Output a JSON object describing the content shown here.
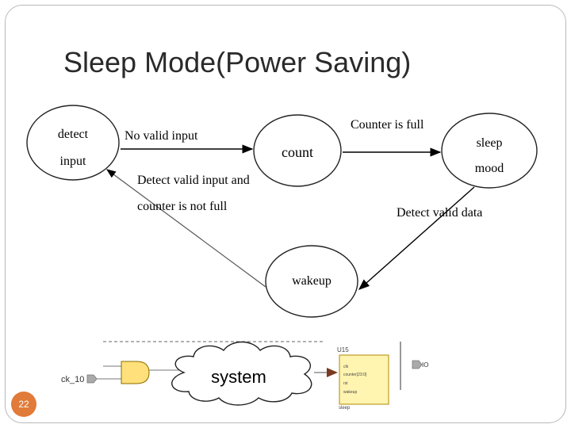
{
  "slide": {
    "title": "Sleep Mode(Power Saving)",
    "page_number": "22"
  },
  "states": {
    "detect_input": [
      "detect",
      "input"
    ],
    "count": "count",
    "sleep_mood": [
      "sleep",
      "mood"
    ],
    "wakeup": "wakeup"
  },
  "transitions": {
    "no_valid_input": "No valid  input",
    "counter_full": "Counter is  full",
    "detect_valid_data": "Detect valid  data",
    "detect_valid_input_line1": "Detect  valid input and",
    "detect_valid_input_line2": "counter is  not full"
  },
  "schematic": {
    "clock_label": "ck_10",
    "system_label": "system",
    "block_label": "U15",
    "output_label": "IO",
    "port_labels": [
      "clk",
      "counter[23:0]",
      "rst",
      "wakeup"
    ],
    "block_footer": "sleep"
  },
  "colors": {
    "gate_fill": "#ffe07a",
    "block_fill": "#fff4b0",
    "page_badge": "#e07b39"
  }
}
